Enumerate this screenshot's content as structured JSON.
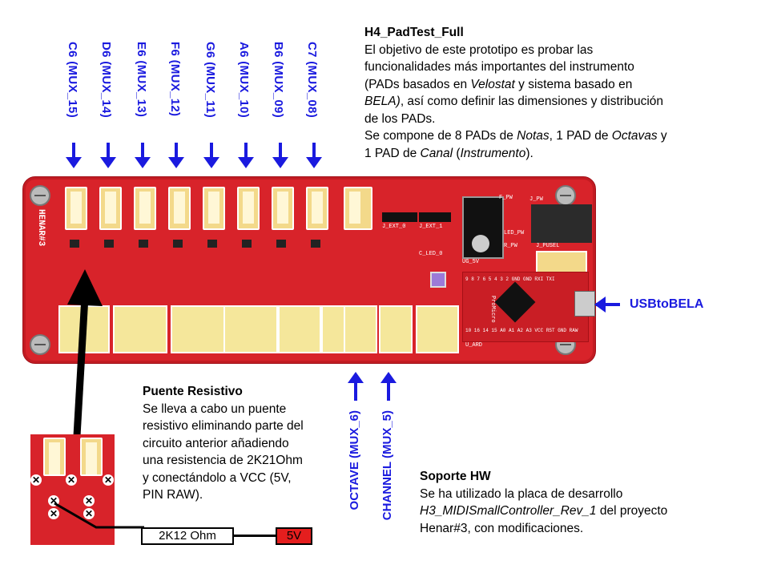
{
  "top_labels": [
    "C6 (MUX_15)",
    "D6 (MUX_14)",
    "E6 (MUX_13)",
    "F6 (MUX_12)",
    "G6 (MUX_11)",
    "A6 (MUX_10)",
    "B6 (MUX_09)",
    "C7 (MUX_08)"
  ],
  "bottom_labels": [
    "OCTAVE (MUX_6)",
    "CHANNEL (MUX_5)"
  ],
  "usb_label": "USBtoBELA",
  "title_block": {
    "title": "H4_PadTest_Full",
    "line1": "El objetivo de este prototipo es probar las",
    "line2": "funcionalidades más importantes del instrumento",
    "line3a": "(PADs basados en ",
    "line3b": "Velostat",
    "line3c": " y sistema basado en",
    "line4a": "BELA)",
    "line4b": ", así como definir las dimensiones y distribución",
    "line5": "de los PADs.",
    "line6a": "Se compone de 8 PADs de ",
    "line6b": "Notas",
    "line6c": ", 1 PAD de ",
    "line6d": "Octavas",
    "line6e": " y",
    "line7a": "1 PAD de ",
    "line7b": "Canal",
    "line7c": " (",
    "line7d": "Instrumento",
    "line7e": ")."
  },
  "puente": {
    "title": "Puente Resistivo",
    "line1": "Se lleva a cabo un puente",
    "line2": "resistivo eliminando parte del",
    "line3": "circuito anterior añadiendo",
    "line4": "una resistencia de 2K21Ohm",
    "line5": "y conectándolo a VCC (5V,",
    "line6": "PIN RAW)."
  },
  "soporte": {
    "title": "Soporte HW",
    "line1": "Se ha utilizado la placa de desarrollo",
    "line2": "H3_MIDISmallController_Rev_1",
    "line2b": " del proyecto",
    "line3": "Henar#3, con modificaciones."
  },
  "resistor_label": "2K12 Ohm",
  "vcc_label": "5V",
  "board_silk": {
    "henar": "HENAR#3",
    "j_ext_0": "J_EXT_0",
    "j_ext_1": "J_EXT_1",
    "j_pw": "J_PW",
    "j_pusel": "J_PUSEL",
    "u_ard": "U_ARD",
    "ug_5v": "UG_5V",
    "led_pw": "LED_PW",
    "r_pw": "R_PW",
    "f_pw": "F_PW",
    "promicro": "ProMicro",
    "c_led": "C_LED_0",
    "pins_top": "9 8 7 6 5 4 3 2 GND GND RXI TXI",
    "pins_bottom": "10 16 14 15 A0 A1 A2 A3 VCC RST GND RAW"
  },
  "colors": {
    "label_blue": "#1a1adf",
    "board_red": "#d8232a",
    "pad_yellow": "#f3d98a"
  }
}
